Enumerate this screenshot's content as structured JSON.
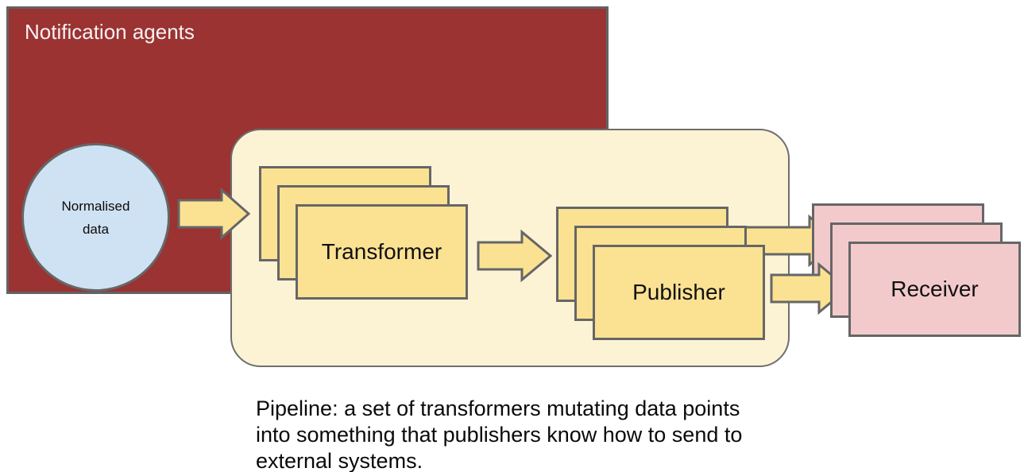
{
  "diagram": {
    "notification_agents": {
      "title": "Notification agents"
    },
    "normalised_data": {
      "lines": [
        "Normalised",
        "data"
      ]
    },
    "pipeline": {
      "transformer": {
        "label": "Transformer",
        "stack_count": 3
      },
      "publisher": {
        "label": "Publisher",
        "stack_count": 3
      }
    },
    "receiver": {
      "label": "Receiver",
      "stack_count": 3
    },
    "caption": {
      "lines": [
        "Pipeline: a set of transformers mutating data points",
        "into something that publishers know how to send to",
        "external systems."
      ]
    },
    "colors": {
      "container_red": "#9A3332",
      "pipeline_cream": "#FCF3D5",
      "card_yellow": "#FBE293",
      "receiver_pink": "#F2CACB",
      "data_blue": "#CFE2F3",
      "border_gray": "#666666"
    }
  }
}
